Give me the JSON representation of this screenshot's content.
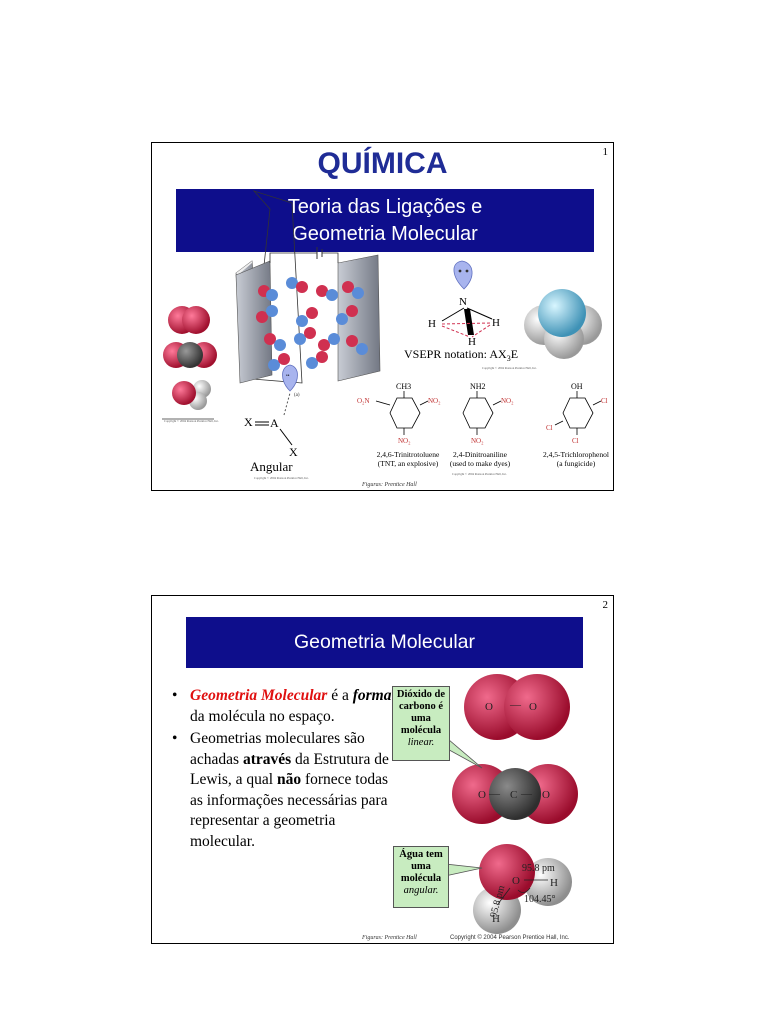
{
  "slide1": {
    "number": "1",
    "title": "QUÍMICA",
    "banner_line1": "Teoria das Ligações e",
    "banner_line2": "Geometria Molecular",
    "vsepr_notation": "VSEPR notation: AX",
    "vsepr_sub": "3",
    "vsepr_end": "E",
    "angular_label": "Angular",
    "compounds": [
      {
        "name": "2,4,6-Trinitrotoluene",
        "use": "(TNT, an explosive)",
        "top_group": "CH3"
      },
      {
        "name": "2,4-Dinitroaniline",
        "use": "(used to make dyes)",
        "top_group": "NH2"
      },
      {
        "name": "2,4,5-Trichlorophenol",
        "use": "(a fungicide)",
        "top_group": "OH"
      }
    ],
    "credit": "Figuras: Prentice Hall"
  },
  "slide2": {
    "number": "2",
    "banner": "Geometria Molecular",
    "bullet1": {
      "term": "Geometria Molecular",
      "rest1": " é a",
      "forma": "forma",
      "rest2": " da molécula no espaço."
    },
    "bullet2": {
      "p1": "Geometrias moleculares são achadas ",
      "b1": "através",
      "p2": " da Estrutura de Lewis, a qual ",
      "b2": "não",
      "p3": " fornece todas  as informações necessárias para representar a geometria molecular."
    },
    "callout_co2": {
      "text": "Dióxido de carbono é uma molécula",
      "italic": "linear."
    },
    "callout_h2o": {
      "text": "Água tem uma molécula",
      "italic": "angular."
    },
    "water_bond_length": "95.8 pm",
    "water_angle": "104.45°",
    "credit": "Figuras: Prentice Hall",
    "copyright": "Copyright © 2004 Pearson Prentice Hall, Inc."
  },
  "colors": {
    "banner": "#0e0e8c",
    "title": "#1f2c96",
    "red_atom": "#c01840",
    "gray_atom": "#555555",
    "callout": "#c8ecc0",
    "highlight": "#e01010"
  }
}
